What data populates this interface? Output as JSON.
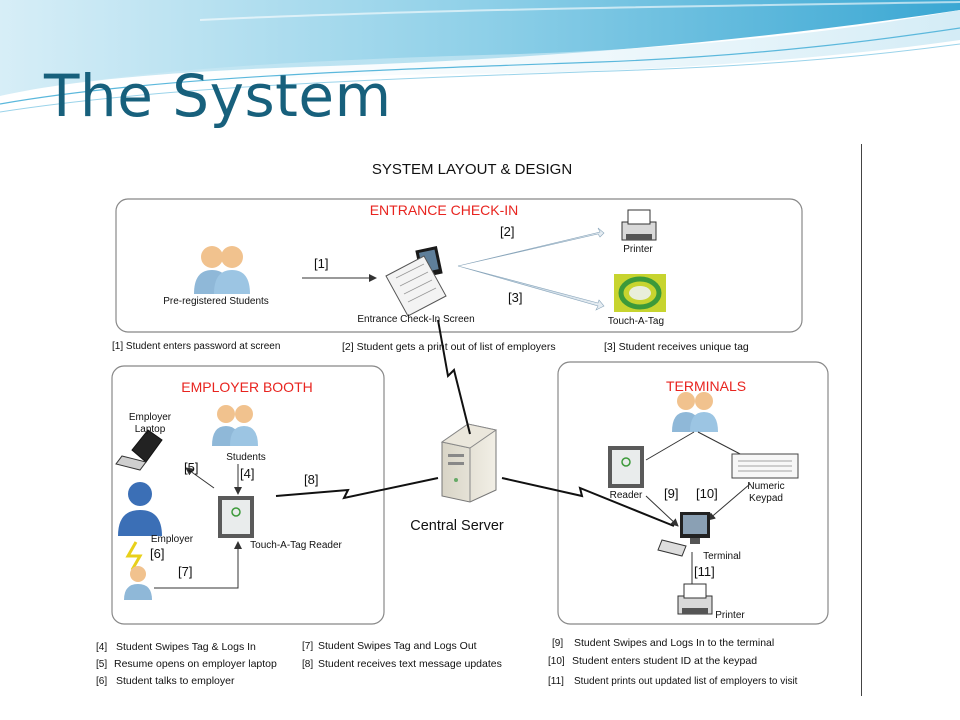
{
  "slide": {
    "title": "The System"
  },
  "diagram": {
    "heading": "SYSTEM LAYOUT & DESIGN",
    "sections": {
      "entrance": "ENTRANCE CHECK-IN",
      "booth": "EMPLOYER BOOTH",
      "terminals": "TERMINALS"
    },
    "nodes": {
      "preregistered": "Pre-registered Students",
      "checkin_screen": "Entrance Check-In Screen",
      "printer_top": "Printer",
      "touch_tag": "Touch-A-Tag",
      "central_server": "Central Server",
      "employer_laptop_1": "Employer",
      "employer_laptop_2": "Laptop",
      "students": "Students",
      "employer": "Employer",
      "tag_reader": "Touch-A-Tag Reader",
      "reader": "Reader",
      "keypad_1": "Numeric",
      "keypad_2": "Keypad",
      "terminal": "Terminal",
      "printer_bottom": "Printer"
    },
    "step_labels": {
      "s1": "[1]",
      "s2": "[2]",
      "s3": "[3]",
      "s4": "[4]",
      "s5": "[5]",
      "s6": "[6]",
      "s7": "[7]",
      "s8": "[8]",
      "s9": "[9]",
      "s10": "[10]",
      "s11": "[11]"
    },
    "legend_top": {
      "l1": "[1] Student enters password at screen",
      "l2": "[2] Student gets a print out of list of employers",
      "l3": "[3]  Student receives unique tag"
    },
    "legend_bottom": {
      "n4": "[4]",
      "t4": "Student Swipes Tag & Logs In",
      "n5": "[5]",
      "t5": "Resume opens on employer laptop",
      "n6": "[6]",
      "t6": "Student talks to employer",
      "n7": "[7]",
      "t7": "Student Swipes Tag and Logs Out",
      "n8": "[8]",
      "t8": "Student receives text message updates",
      "n9": "[9]",
      "t9": "Student Swipes and Logs In to the terminal",
      "n10": "[10]",
      "t10": "Student enters student ID at the keypad",
      "n11": "[11]",
      "t11": "Student prints out updated list of employers to visit"
    },
    "colors": {
      "section_title": "#e8241f",
      "title_text": "#17607c"
    }
  }
}
